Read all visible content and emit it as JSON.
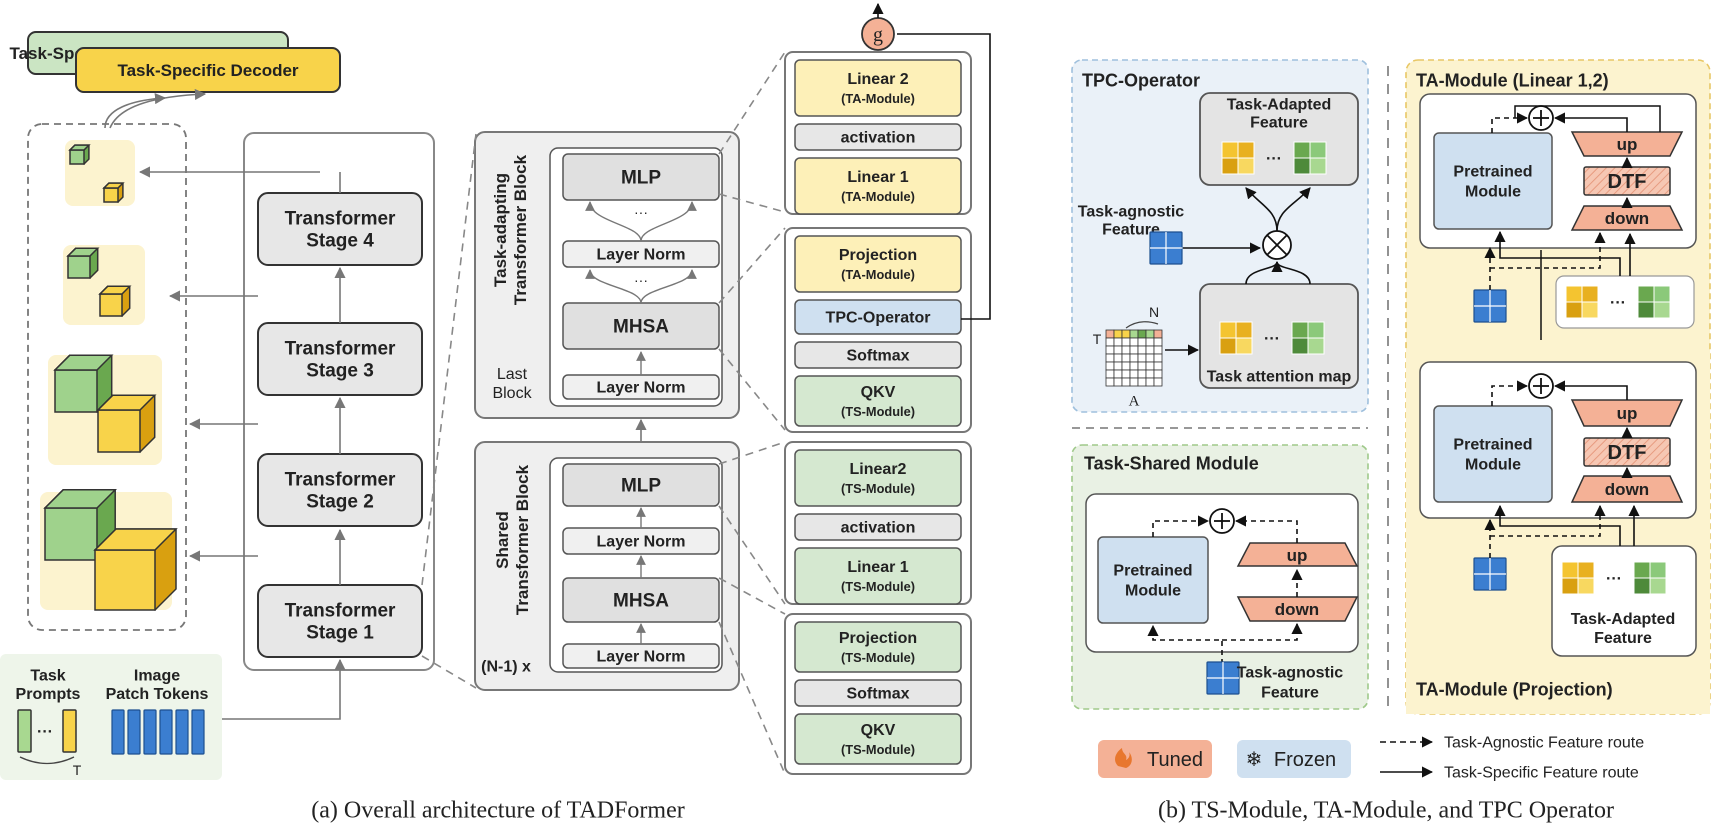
{
  "colors": {
    "yellow": "#fdf0b8",
    "yellow_strong": "#f8d34a",
    "green": "#d5e8d0",
    "green_box": "#e9f1e4",
    "blue": "#cfe0f0",
    "blue_bg": "#eaf1f8",
    "orange": "#f4b196",
    "gray": "#e7e7e7",
    "dark_green": "#5a9a4a",
    "blue_token": "#3b7ed0"
  },
  "decoder": {
    "back_label": "Task-Specific Decoder",
    "front_label": "Task-Specific Decoder"
  },
  "stages": [
    "Transformer\nStage 4",
    "Transformer\nStage 3",
    "Transformer\nStage 2",
    "Transformer\nStage 1"
  ],
  "inputs": {
    "task_prompts": "Task\nPrompts",
    "image_tokens": "Image\nPatch Tokens",
    "t_label": "T"
  },
  "ta_block": {
    "side_label": "Task-adapting\nTransformer Block",
    "last_block": "Last\nBlock",
    "mlp": "MLP",
    "layer_norm_1": "Layer Norm",
    "mhsa": "MHSA",
    "layer_norm_2": "Layer Norm"
  },
  "shared_block": {
    "side_label": "Shared\nTransformer Block",
    "repeat": "(N-1) x",
    "mlp": "MLP",
    "layer_norm_1": "Layer Norm",
    "mhsa": "MHSA",
    "layer_norm_2": "Layer Norm"
  },
  "ta_mlp_detail": [
    "Linear 2\n(TA-Module)",
    "activation",
    "Linear 1\n(TA-Module)"
  ],
  "ta_attn_detail": [
    "Projection\n(TA-Module)",
    "TPC-Operator",
    "Softmax",
    "QKV\n(TS-Module)"
  ],
  "sh_mlp_detail": [
    "Linear2\n(TS-Module)",
    "activation",
    "Linear 1\n(TS-Module)"
  ],
  "sh_attn_detail": [
    "Projection\n(TS-Module)",
    "Softmax",
    "QKV\n(TS-Module)"
  ],
  "g_symbol": "g",
  "tpc": {
    "title": "TPC-Operator",
    "adapted": "Task-Adapted\nFeature",
    "agnostic": "Task-agnostic\nFeature",
    "attn_map": "Task attention map",
    "n_label": "N",
    "t_label": "T",
    "a_label": "A",
    "dots": "···"
  },
  "ts_module": {
    "title": "Task-Shared Module",
    "pretrained": "Pretrained\nModule",
    "up": "up",
    "down": "down",
    "agnostic": "Task-agnostic\nFeature"
  },
  "ta_linear": {
    "title": "TA-Module (Linear 1,2)",
    "pretrained": "Pretrained\nModule",
    "up": "up",
    "dtf": "DTF",
    "down": "down"
  },
  "ta_proj": {
    "title": "TA-Module (Projection)",
    "pretrained": "Pretrained\nModule",
    "up": "up",
    "dtf": "DTF",
    "down": "down",
    "adapted": "Task-Adapted\nFeature"
  },
  "legend": {
    "tuned": "Tuned",
    "frozen": "Frozen",
    "agnostic_route": "Task-Agnostic Feature route",
    "specific_route": "Task-Specific Feature route"
  },
  "captions": {
    "a": "(a) Overall architecture of TADFormer",
    "b": "(b) TS-Module, TA-Module, and TPC Operator"
  }
}
